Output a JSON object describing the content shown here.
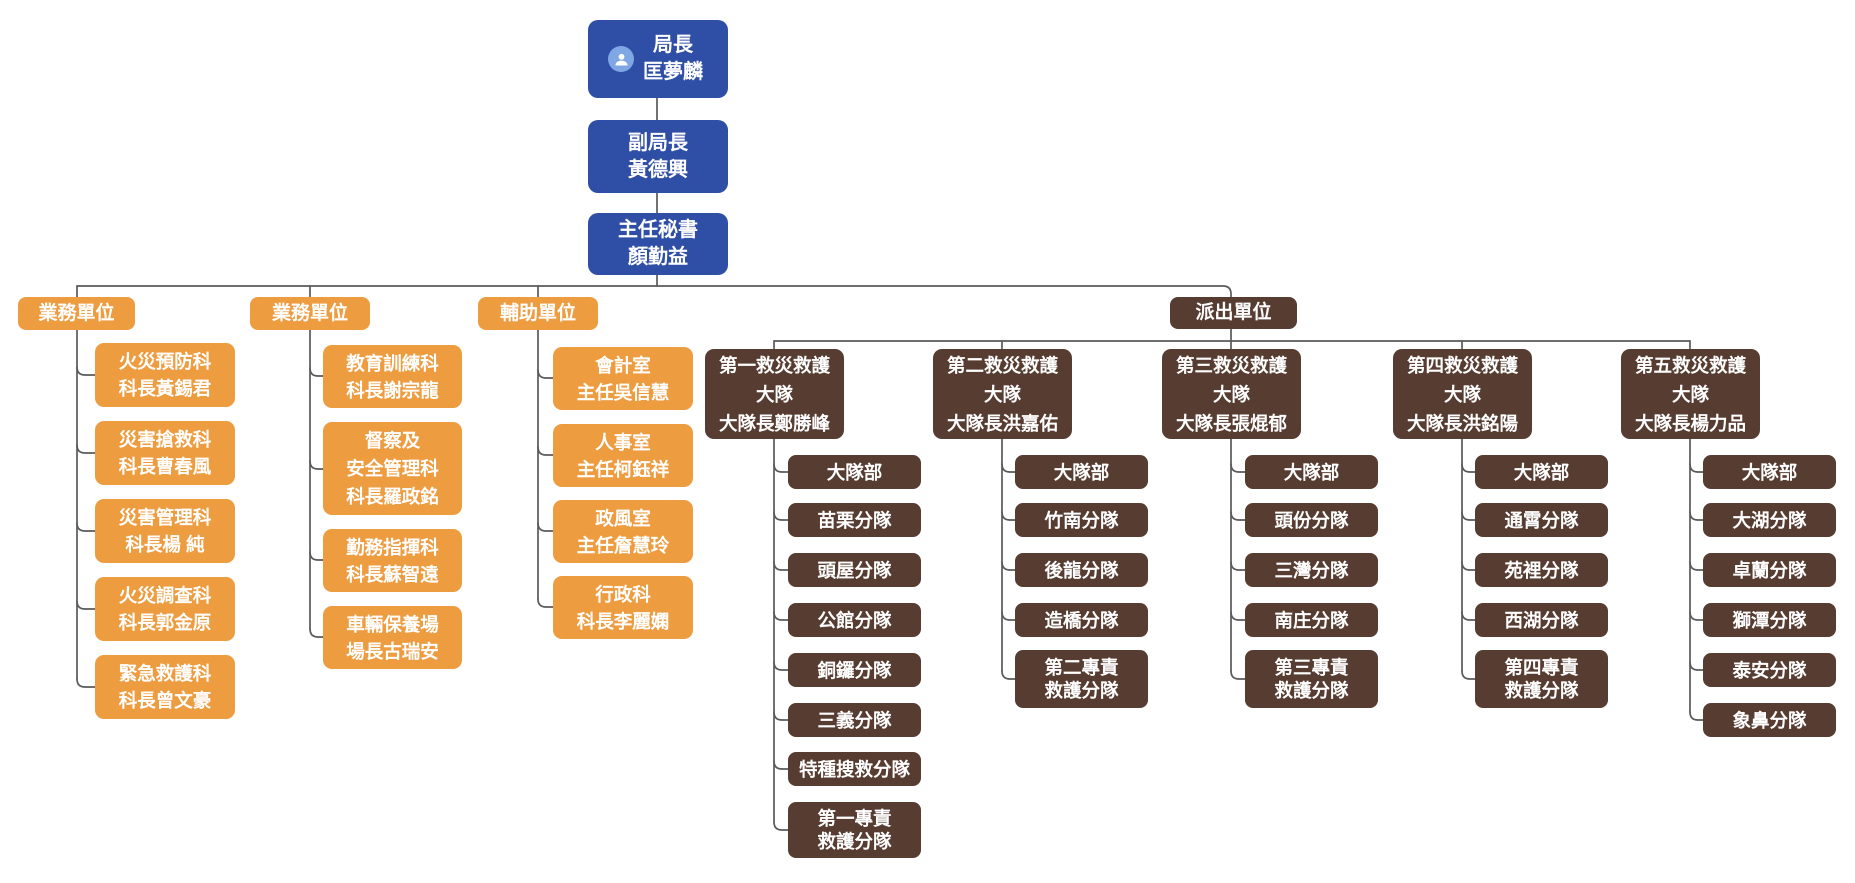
{
  "colors": {
    "leadership_blue": "#2F4FA7",
    "unit_orange": "#EE9C40",
    "dispatch_brown": "#573C32",
    "connector_gray": "#5A5A5A",
    "avatar_blue": "#7FA7E3"
  },
  "org": {
    "leadership": [
      {
        "lines": [
          "局長",
          "匡夢麟"
        ]
      },
      {
        "lines": [
          "副局長",
          "黃德興"
        ]
      },
      {
        "lines": [
          "主任秘書",
          "顏勤益"
        ]
      }
    ],
    "groups": [
      {
        "label": "業務單位",
        "units": [
          {
            "lines": [
              "火災預防科",
              "科長黃錫君"
            ]
          },
          {
            "lines": [
              "災害搶救科",
              "科長曹春風"
            ]
          },
          {
            "lines": [
              "災害管理科",
              "科長楊 純"
            ]
          },
          {
            "lines": [
              "火災調查科",
              "科長郭金原"
            ]
          },
          {
            "lines": [
              "緊急救護科",
              "科長曾文豪"
            ]
          }
        ]
      },
      {
        "label": "業務單位",
        "units": [
          {
            "lines": [
              "教育訓練科",
              "科長謝宗龍"
            ]
          },
          {
            "lines": [
              "督察及",
              "安全管理科",
              "科長羅政銘"
            ]
          },
          {
            "lines": [
              "勤務指揮科",
              "科長蘇智遠"
            ]
          },
          {
            "lines": [
              "車輛保養場",
              "場長古瑞安"
            ]
          }
        ]
      },
      {
        "label": "輔助單位",
        "units": [
          {
            "lines": [
              "會計室",
              "主任吳信慧"
            ]
          },
          {
            "lines": [
              "人事室",
              "主任柯鈺祥"
            ]
          },
          {
            "lines": [
              "政風室",
              "主任詹慧玲"
            ]
          },
          {
            "lines": [
              "行政科",
              "科長李麗嫻"
            ]
          }
        ]
      }
    ],
    "dispatch": {
      "label": "派出單位",
      "brigades": [
        {
          "lines": [
            "第一救災救護",
            "大隊",
            "大隊長鄭勝峰"
          ],
          "subunits": [
            "大隊部",
            "苗栗分隊",
            "頭屋分隊",
            "公館分隊",
            "銅鑼分隊",
            "三義分隊",
            "特種搜救分隊",
            [
              "第一專責",
              "救護分隊"
            ]
          ]
        },
        {
          "lines": [
            "第二救災救護",
            "大隊",
            "大隊長洪嘉佑"
          ],
          "subunits": [
            "大隊部",
            "竹南分隊",
            "後龍分隊",
            "造橋分隊",
            [
              "第二專責",
              "救護分隊"
            ]
          ]
        },
        {
          "lines": [
            "第三救災救護",
            "大隊",
            "大隊長張焜郁"
          ],
          "subunits": [
            "大隊部",
            "頭份分隊",
            "三灣分隊",
            "南庄分隊",
            [
              "第三專責",
              "救護分隊"
            ]
          ]
        },
        {
          "lines": [
            "第四救災救護",
            "大隊",
            "大隊長洪銘陽"
          ],
          "subunits": [
            "大隊部",
            "通霄分隊",
            "苑裡分隊",
            "西湖分隊",
            [
              "第四專責",
              "救護分隊"
            ]
          ]
        },
        {
          "lines": [
            "第五救災救護",
            "大隊",
            "大隊長楊力品"
          ],
          "subunits": [
            "大隊部",
            "大湖分隊",
            "卓蘭分隊",
            "獅潭分隊",
            "泰安分隊",
            "象鼻分隊"
          ]
        }
      ]
    }
  }
}
